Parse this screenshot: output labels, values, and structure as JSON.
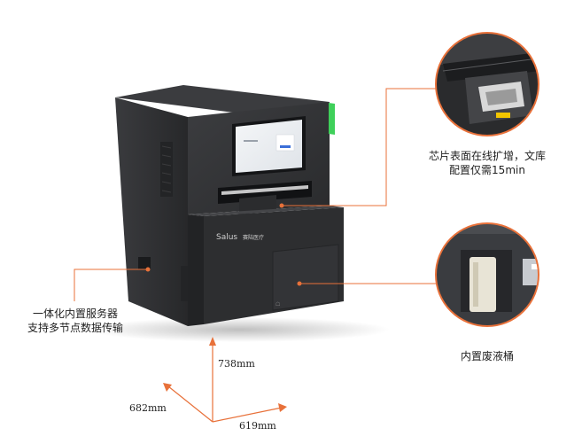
{
  "brand": {
    "logo_text": "Salus",
    "sub_text": "赛陆医疗"
  },
  "callouts": {
    "chip": {
      "line1": "芯片表面在线扩增，文库",
      "line2": "配置仅需15min"
    },
    "server": {
      "line1": "一体化内置服务器",
      "line2": "支持多节点数据传输"
    },
    "waste": {
      "line1": "内置废液桶"
    }
  },
  "dimensions": {
    "height": "738mm",
    "depth": "682mm",
    "width": "619mm"
  },
  "colors": {
    "accent": "#e8713a",
    "device_body": "#2e2f31",
    "device_dark": "#1e1f21",
    "status_led": "#3fd05a"
  }
}
